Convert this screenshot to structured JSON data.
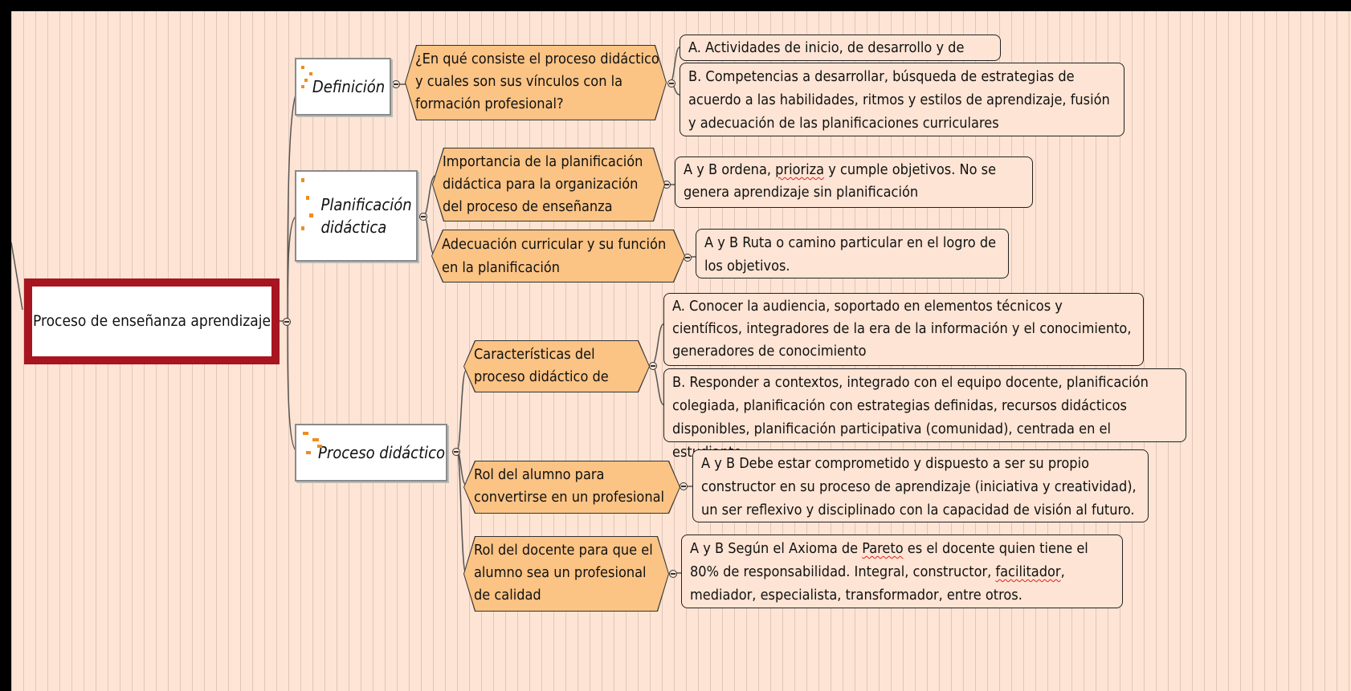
{
  "root": "Proceso de enseñanza aprendizaje",
  "categories": {
    "definicion": "Definición",
    "planificacion": "Planificación didáctica",
    "proceso": "Proceso didáctico"
  },
  "questions": {
    "q1": "¿En qué consiste el proceso didáctico y cuales son sus vínculos con la formación profesional?",
    "q2": "Importancia de la planificación didáctica para la organización del proceso de enseñanza",
    "q3": "Adecuación curricular y su función en la planificación",
    "q4": "Características del proceso didáctico de calidad",
    "q5": "Rol del alumno para convertirse en un profesional de calidad",
    "q6": "Rol del docente para que el alumno sea un profesional de calidad"
  },
  "answers": {
    "a1a": "A. Actividades de inicio, de desarrollo y de cierre.",
    "a1b": "B. Competencias a desarrollar, búsqueda de estrategias de acuerdo a las habilidades, ritmos y estilos de aprendizaje, fusión y adecuación de las planificaciones curriculares",
    "a2_pre": "A y B ordena, ",
    "a2_sq": "prioriza",
    "a2_post": " y cumple objetivos. No se genera aprendizaje sin planificación",
    "a3": "A y B Ruta o camino particular en el logro de los objetivos.",
    "a4a": "A. Conocer la audiencia, soportado en elementos técnicos y científicos, integradores de la era de la información y el conocimiento, generadores de conocimiento",
    "a4b": "B. Responder a contextos, integrado con el equipo docente, planificación colegiada, planificación con estrategias definidas, recursos didácticos disponibles, planificación participativa (comunidad), centrada en el estudiante",
    "a5": "A y B Debe estar comprometido y dispuesto a ser su propio constructor en su proceso de aprendizaje (iniciativa y creatividad), un ser reflexivo y disciplinado con la capacidad de visión al futuro.",
    "a6_p1": "A y B Según el Axioma de ",
    "a6_sq1": "Pareto",
    "a6_p2": " es el docente quien tiene el 80% de responsabilidad. Integral, constructor, ",
    "a6_sq2": "facilitador",
    "a6_p3": ", mediador, especialista, transformador, entre otros."
  },
  "colors": {
    "root_border": "#a8141f",
    "question_fill": "#fbc384",
    "background": "#fde4d4",
    "icon_orange": "#f28c1c"
  }
}
